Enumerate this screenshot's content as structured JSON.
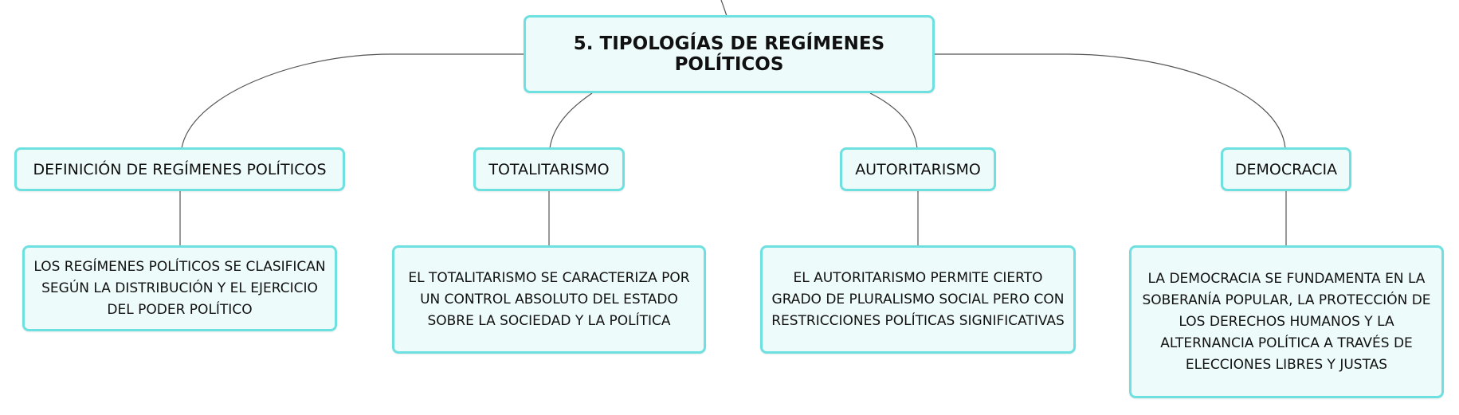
{
  "root": {
    "label": "5. TIPOLOGÍAS DE REGÍMENES POLÍTICOS"
  },
  "topics": [
    {
      "label": "DEFINICIÓN DE REGÍMENES POLÍTICOS",
      "detail": "LOS REGÍMENES POLÍTICOS SE CLASIFICAN SEGÚN LA DISTRIBUCIÓN Y EL EJERCICIO DEL PODER POLÍTICO"
    },
    {
      "label": "TOTALITARISMO",
      "detail": "EL TOTALITARISMO SE CARACTERIZA POR UN CONTROL ABSOLUTO DEL ESTADO SOBRE LA SOCIEDAD Y LA POLÍTICA"
    },
    {
      "label": "AUTORITARISMO",
      "detail": "EL AUTORITARISMO PERMITE CIERTO GRADO DE PLURALISMO SOCIAL PERO CON RESTRICCIONES POLÍTICAS SIGNIFICATIVAS"
    },
    {
      "label": "DEMOCRACIA",
      "detail": "LA DEMOCRACIA SE FUNDAMENTA EN LA SOBERANÍA POPULAR, LA PROTECCIÓN DE LOS DERECHOS HUMANOS Y LA ALTERNANCIA POLÍTICA A TRAVÉS DE ELECCIONES LIBRES Y JUSTAS"
    }
  ],
  "colors": {
    "node_border": "#6fe0e0",
    "node_fill": "#eefbfb",
    "connector": "#555555",
    "text": "#111111"
  }
}
